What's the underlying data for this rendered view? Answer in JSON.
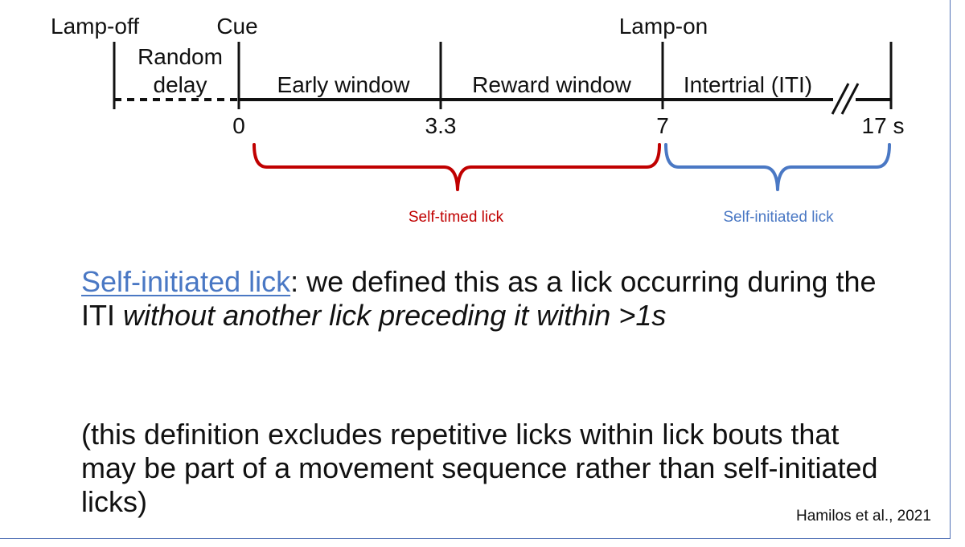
{
  "timeline": {
    "events": {
      "lamp_off": "Lamp-off",
      "cue": "Cue",
      "lamp_on": "Lamp-on"
    },
    "periods": {
      "random_delay_line1": "Random",
      "random_delay_line2": "delay",
      "early_window": "Early window",
      "reward_window": "Reward window",
      "intertrial": "Intertrial (ITI)"
    },
    "ticks": [
      "0",
      "3.3",
      "7",
      "17 s"
    ],
    "brackets": {
      "self_timed": {
        "label": "Self-timed lick",
        "color": "#c00000"
      },
      "self_initiated": {
        "label": "Self-initiated lick",
        "color": "#4a78c4"
      }
    }
  },
  "definition": {
    "term": "Self-initiated lick",
    "text_plain": ": we defined this as a lick occurring during the ITI ",
    "text_italic": "without another lick preceding it within >1s"
  },
  "note": "(this definition excludes repetitive licks within lick bouts that may be part of a movement sequence rather than self-initiated licks)",
  "citation": "Hamilos et al., 2021",
  "colors": {
    "link": "#4a78c4",
    "frame": "#4f6fb5",
    "self_timed": "#c00000",
    "self_initiated": "#4a78c4"
  }
}
